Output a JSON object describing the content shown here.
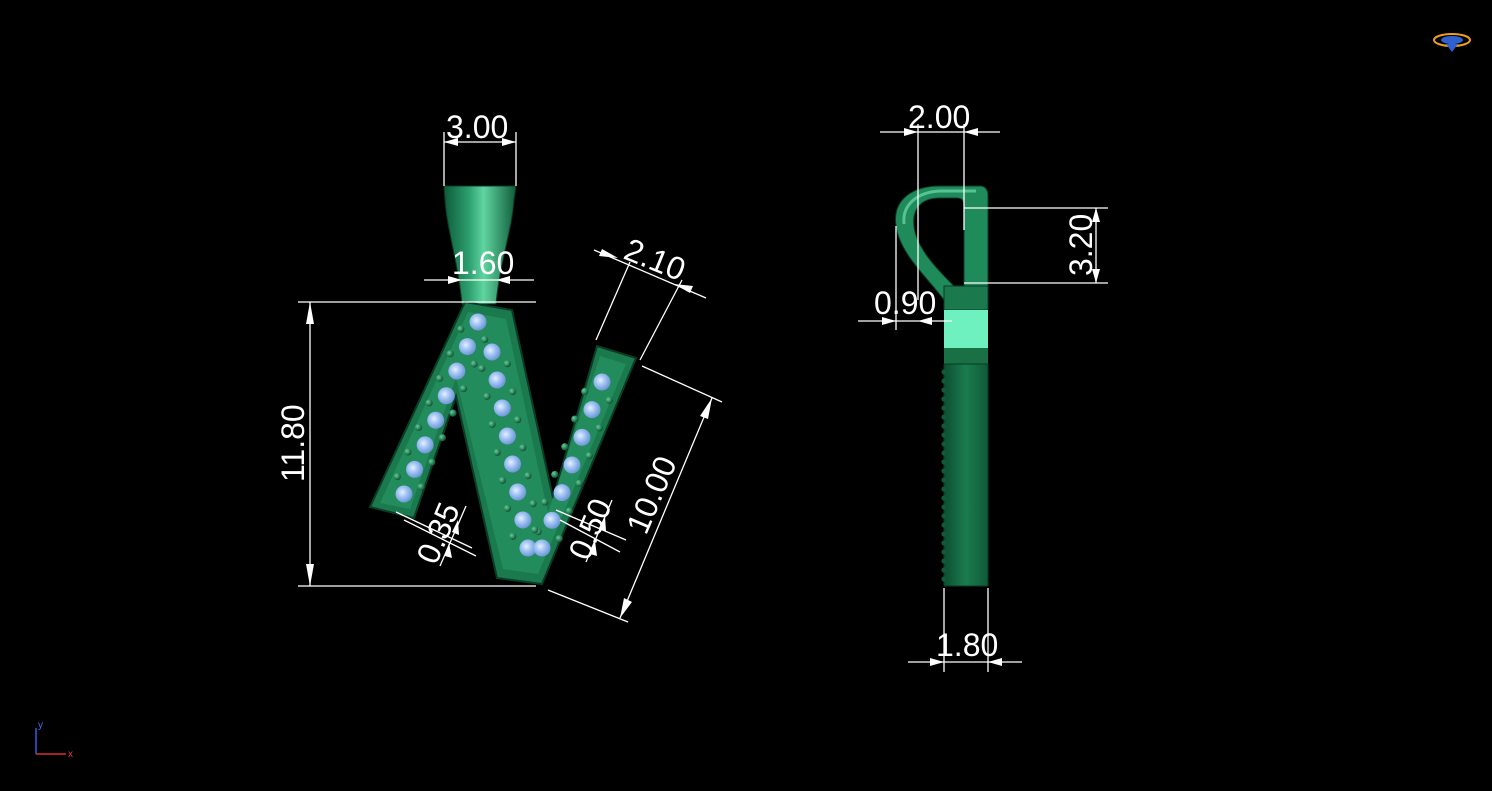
{
  "viewport": {
    "background": "#000000",
    "model_color": "#1a7a4e",
    "model_highlight": "#3fbf86",
    "stone_color": "#8fb8ee",
    "dimension_color": "#ffffff"
  },
  "front_view": {
    "dimensions": {
      "bail_width": "3.00",
      "bail_neck": "1.60",
      "height": "11.80",
      "stroke_width": "2.10",
      "diagonal_length": "10.00",
      "left_rim": "0.35",
      "right_rim": "0.50"
    }
  },
  "side_view": {
    "dimensions": {
      "top_width": "2.00",
      "loop_height": "3.20",
      "loop_offset": "0.90",
      "body_thickness": "1.80"
    }
  },
  "axis_indicator": {
    "y_label": "y",
    "x_label": "x"
  },
  "icons": {
    "view_cube": "render-mode-icon"
  }
}
